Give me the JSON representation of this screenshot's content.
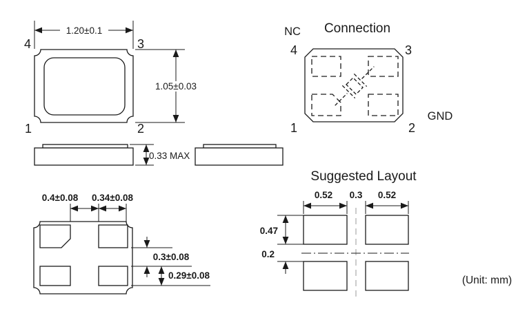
{
  "drawing_type": "crystal-package-mechanical-drawing",
  "unit_note": "(Unit: mm)",
  "colors": {
    "line": "#1a1a1a",
    "background": "#ffffff",
    "centerline_gray": "#c0c0c0"
  },
  "top_view": {
    "pin1": "1",
    "pin2": "2",
    "pin3": "3",
    "pin4": "4",
    "width_dim": "1.20±0.1",
    "height_dim": "1.05±0.03"
  },
  "side_view": {
    "height_dim": "0.33 MAX"
  },
  "bottom_view": {
    "pad_gap_x_dim": "0.4±0.08",
    "pad_width_dim": "0.34±0.08",
    "pad_gap_y_dim": "0.3±0.08",
    "pad_height_dim": "0.29±0.08"
  },
  "connection": {
    "title": "Connection",
    "nc_label": "NC",
    "gnd_label": "GND",
    "pin1": "1",
    "pin2": "2",
    "pin3": "3",
    "pin4": "4"
  },
  "suggested_layout": {
    "title": "Suggested Layout",
    "pad_width_left_dim": "0.52",
    "pad_gap_x_dim": "0.3",
    "pad_width_right_dim": "0.52",
    "pad_height_dim": "0.47",
    "half_gap_dim": "0.2"
  }
}
